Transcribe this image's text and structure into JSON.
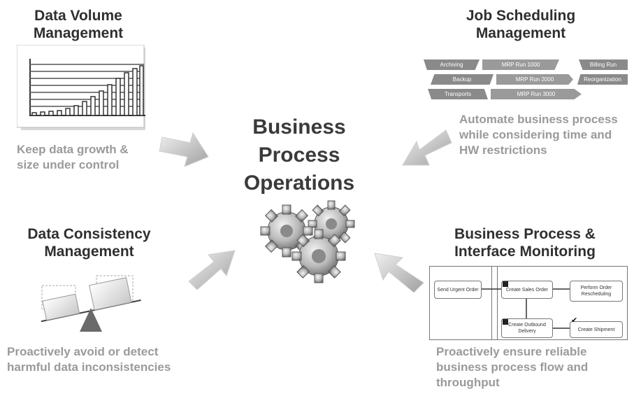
{
  "center": {
    "title_lines": [
      "Business",
      "Process",
      "Operations"
    ]
  },
  "quadrants": {
    "data_volume": {
      "title_lines": [
        "Data Volume",
        "Management"
      ],
      "desc_lines": [
        "Keep data growth &",
        "size under control"
      ]
    },
    "job_scheduling": {
      "title_lines": [
        "Job Scheduling",
        "Management"
      ],
      "desc_lines": [
        "Automate business process",
        "while considering time and",
        "HW restrictions"
      ],
      "schedule_rows": [
        [
          "Archiving",
          "MRP Run 1000",
          "Billing Run"
        ],
        [
          "Backup",
          "MRP Run 2000",
          "Reorganization"
        ],
        [
          "Transports",
          "MRP Run 3000"
        ]
      ]
    },
    "data_consistency": {
      "title_lines": [
        "Data Consistency",
        "Management"
      ],
      "desc_lines": [
        "Proactively avoid or detect",
        "harmful data inconsistencies"
      ]
    },
    "process_monitoring": {
      "title_lines": [
        "Business Process &",
        "Interface Monitoring"
      ],
      "desc_lines": [
        "Proactively ensure reliable",
        "business process flow and",
        "throughput"
      ],
      "flow_boxes": [
        "Send Urgent Order",
        "Create Sales Order",
        "Perform Order Rescheduling",
        "Create Outbound Delivery",
        "Create Shipment"
      ]
    }
  },
  "icons": {
    "center": "gears-icon",
    "arrows": "arrow-icon"
  }
}
